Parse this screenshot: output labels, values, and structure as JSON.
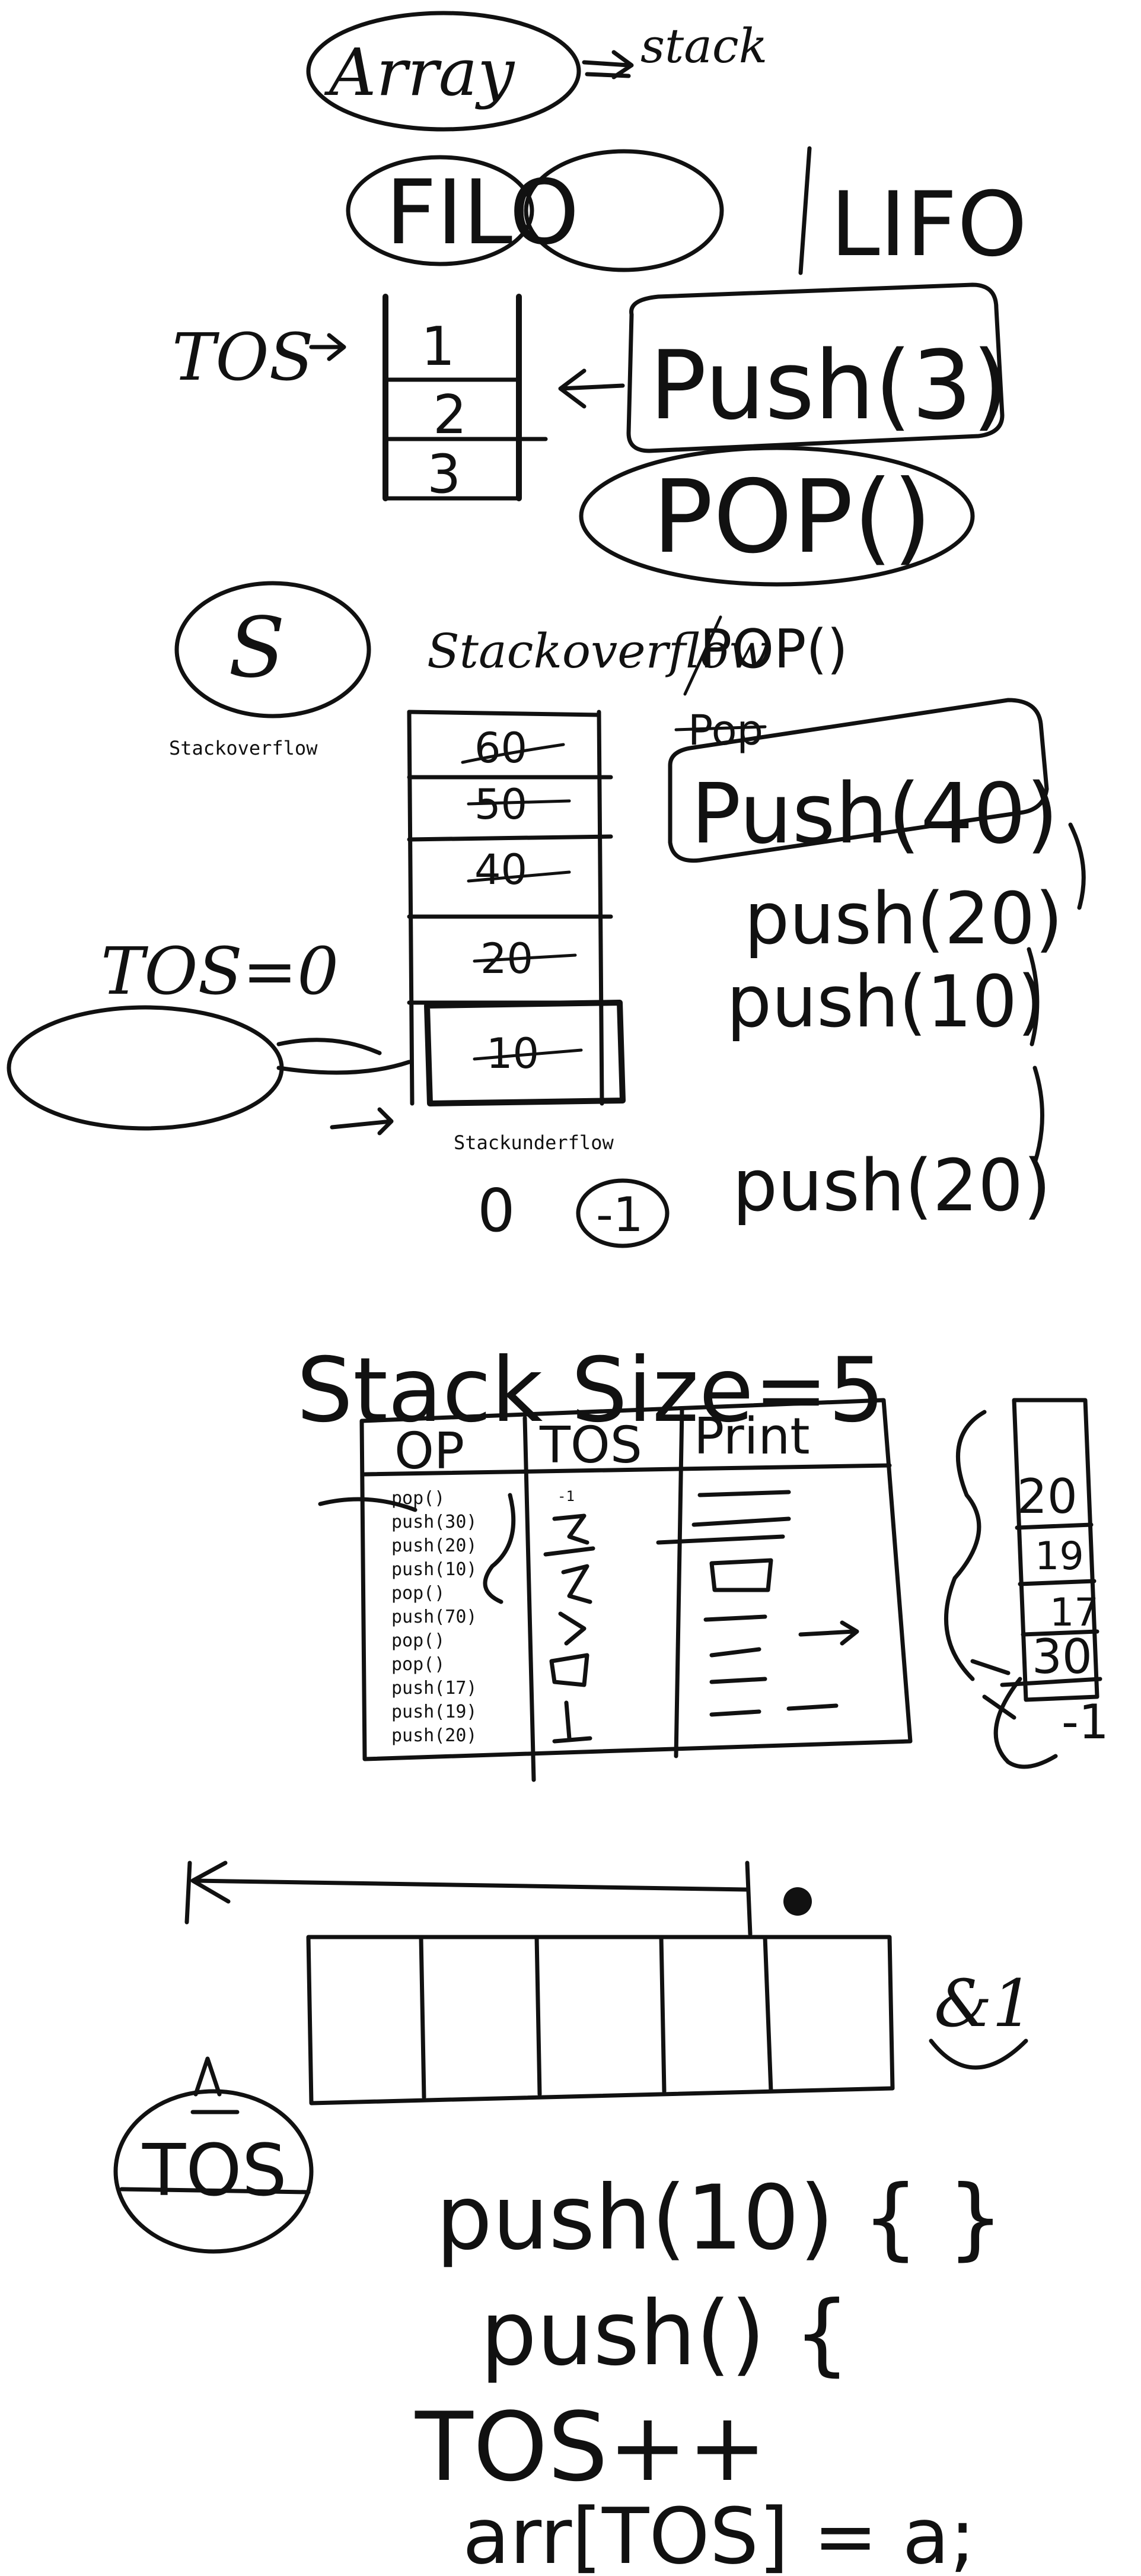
{
  "section1": {
    "array_label": "Array",
    "arrow_target": "stack",
    "filo": "FILO",
    "lifo": "LIFO",
    "tos_label": "TOS",
    "stack_cells": [
      "1",
      "2",
      "3"
    ],
    "push_op": "Push(3)",
    "pop_op": "POP()"
  },
  "section2": {
    "circled_letter": "S",
    "overflow_scrawl": "Stackoverflow",
    "overflow_caption": "Stackoverflow",
    "stack_cells": [
      "60",
      "50",
      "40",
      "20",
      "10"
    ],
    "ops": [
      "POP()",
      "Pop",
      "Push(40)",
      "push(20)",
      "push(10)",
      "push(20)"
    ],
    "tos_label": "TOS=0",
    "underflow_caption": "Stackunderflow",
    "bottom_marks": [
      "0",
      "-1"
    ]
  },
  "section3": {
    "title": "Stack Size=5",
    "table": {
      "headers": [
        "OP",
        "TOS",
        "Print"
      ],
      "rows": [
        "pop()",
        "push(30)",
        "push(20)",
        "push(10)",
        "pop()",
        "push(70)",
        "pop()",
        "pop()",
        "push(17)",
        "push(19)",
        "push(20)"
      ],
      "tos_first": "-1"
    },
    "side_stack": [
      "20",
      "19",
      "17",
      "30"
    ],
    "side_mark": "-1"
  },
  "section4": {
    "label_tos": "TOS",
    "side_mark": "&1",
    "code_lines": [
      "push(10) { }",
      "push() {",
      "TOS++",
      "arr[TOS] = a;"
    ]
  }
}
